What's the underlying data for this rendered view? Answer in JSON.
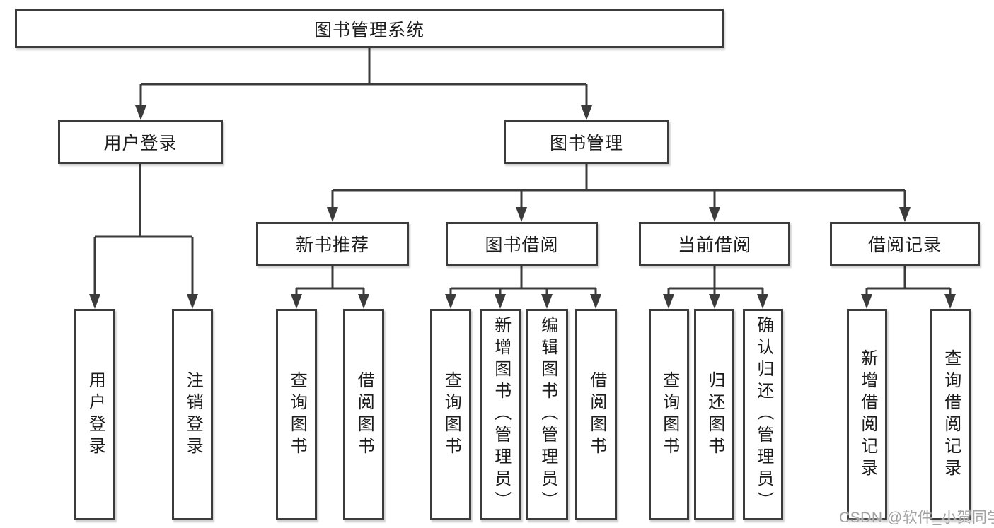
{
  "diagram": {
    "root": {
      "label": "图书管理系统"
    },
    "level2": {
      "user_login": {
        "label": "用户登录"
      },
      "book_mgmt": {
        "label": "图书管理"
      }
    },
    "level3": {
      "new_book_rec": {
        "label": "新书推荐"
      },
      "book_borrow": {
        "label": "图书借阅"
      },
      "current_borrow": {
        "label": "当前借阅"
      },
      "borrow_records": {
        "label": "借阅记录"
      }
    },
    "leaves": {
      "user_login": [
        "用户登录",
        "注销登录"
      ],
      "new_book_rec": [
        "查询图书",
        "借阅图书"
      ],
      "book_borrow": [
        "查询图书",
        "新增图书（管理员）",
        "编辑图书（管理员）",
        "借阅图书"
      ],
      "current_borrow": [
        "查询图书",
        "归还图书",
        "确认归还（管理员）"
      ],
      "borrow_records": [
        "新增借阅记录",
        "查询借阅记录"
      ]
    }
  },
  "watermark": "CSDN @软件_小贺同学",
  "colors": {
    "line": "#3b3b3b",
    "box_border": "#3b3b3b",
    "text": "#1c1c1c",
    "watermark": "#a3a3a3",
    "background": "#ffffff"
  }
}
